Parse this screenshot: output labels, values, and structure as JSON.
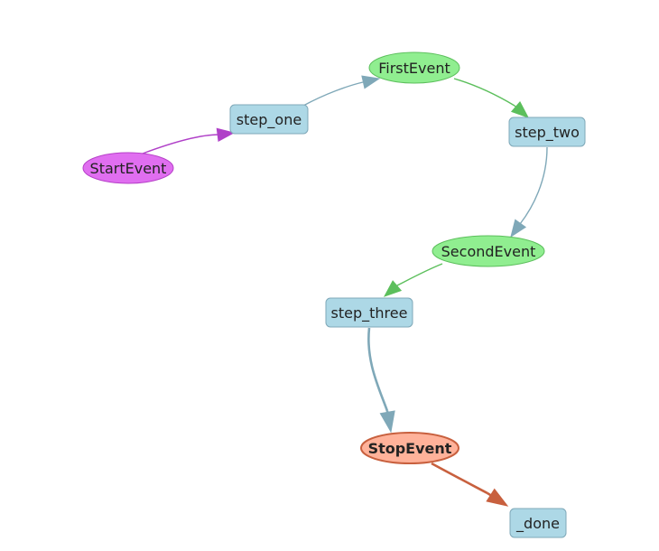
{
  "graph": {
    "nodes": [
      {
        "id": "StartEvent",
        "label": "StartEvent",
        "shape": "ellipse",
        "fill": "#e06ef0",
        "stroke": "#b640c8"
      },
      {
        "id": "step_one",
        "label": "step_one",
        "shape": "box",
        "fill": "#add8e6",
        "stroke": "#7fa8b8"
      },
      {
        "id": "FirstEvent",
        "label": "FirstEvent",
        "shape": "ellipse",
        "fill": "#90ee90",
        "stroke": "#5cbf5c"
      },
      {
        "id": "step_two",
        "label": "step_two",
        "shape": "box",
        "fill": "#add8e6",
        "stroke": "#7fa8b8"
      },
      {
        "id": "SecondEvent",
        "label": "SecondEvent",
        "shape": "ellipse",
        "fill": "#90ee90",
        "stroke": "#5cbf5c"
      },
      {
        "id": "step_three",
        "label": "step_three",
        "shape": "box",
        "fill": "#add8e6",
        "stroke": "#7fa8b8"
      },
      {
        "id": "StopEvent",
        "label": "StopEvent",
        "shape": "ellipse",
        "fill": "#ffb29a",
        "stroke": "#c8603e",
        "bold": true
      },
      {
        "id": "_done",
        "label": "_done",
        "shape": "box",
        "fill": "#add8e6",
        "stroke": "#7fa8b8"
      }
    ],
    "edges": [
      {
        "from": "StartEvent",
        "to": "step_one",
        "color": "#b040c8"
      },
      {
        "from": "step_one",
        "to": "FirstEvent",
        "color": "#7fa8b8"
      },
      {
        "from": "FirstEvent",
        "to": "step_two",
        "color": "#5cbf5c"
      },
      {
        "from": "step_two",
        "to": "SecondEvent",
        "color": "#7fa8b8"
      },
      {
        "from": "SecondEvent",
        "to": "step_three",
        "color": "#5cbf5c"
      },
      {
        "from": "step_three",
        "to": "StopEvent",
        "color": "#7fa8b8"
      },
      {
        "from": "StopEvent",
        "to": "_done",
        "color": "#c8603e"
      }
    ]
  }
}
